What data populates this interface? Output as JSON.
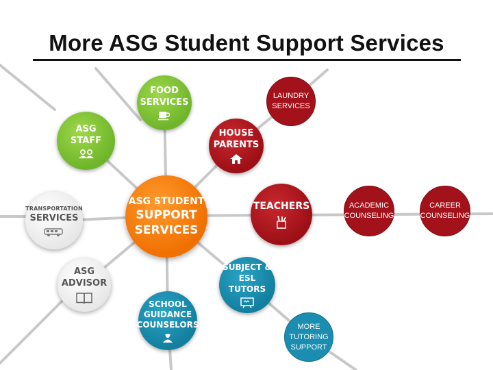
{
  "title": "More ASG Student Support Services",
  "colors": {
    "green": "#7ac142",
    "orange": "#f47b0c",
    "red": "#a3121a",
    "teal": "#1a8db0",
    "grey_node": "#f0f0f0",
    "connector": "#c8c8c8"
  },
  "nodes": {
    "center": {
      "lines": [
        "ASG STUDENT",
        "SUPPORT",
        "SERVICES"
      ]
    },
    "food": {
      "lines": [
        "FOOD",
        "SERVICES"
      ],
      "icon": "coffee-cup-icon"
    },
    "staff": {
      "lines": [
        "ASG",
        "STAFF"
      ],
      "icon": "people-icon"
    },
    "transportation": {
      "line1": "TRANSPORTATION",
      "line2": "SERVICES",
      "icon": "bus-icon"
    },
    "advisor": {
      "lines": [
        "ASG",
        "ADVISOR"
      ],
      "icon": "book-icon"
    },
    "counselors": {
      "lines": [
        "SCHOOL",
        "GUIDANCE",
        "COUNSELORS"
      ],
      "icon": "person-icon"
    },
    "tutors": {
      "lines": [
        "SUBJECT &",
        "ESL TUTORS"
      ],
      "icon": "whiteboard-icon"
    },
    "more_tutoring": {
      "lines": [
        "MORE",
        "TUTORING",
        "SUPPORT"
      ]
    },
    "teachers": {
      "lines": [
        "TEACHERS"
      ],
      "icon": "pencil-cup-icon"
    },
    "academic": {
      "lines": [
        "ACADEMIC",
        "COUNSELING"
      ]
    },
    "career": {
      "lines": [
        "CAREER",
        "COUNSELING"
      ]
    },
    "house_parents": {
      "lines": [
        "HOUSE",
        "PARENTS"
      ],
      "icon": "house-icon"
    },
    "laundry": {
      "lines": [
        "LAUNDRY",
        "SERVICES"
      ]
    }
  }
}
